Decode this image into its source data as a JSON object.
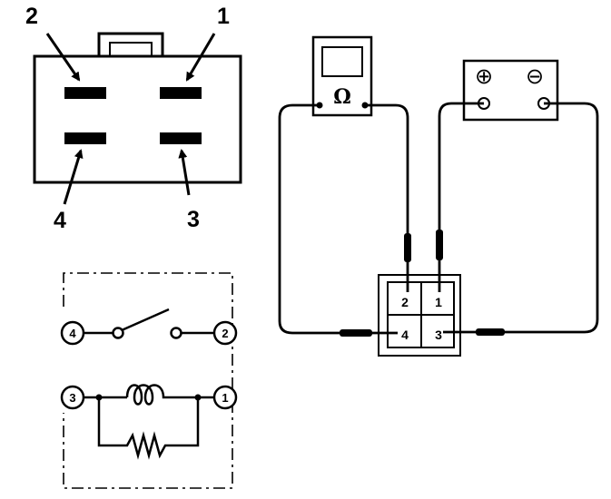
{
  "connector": {
    "pin_labels": {
      "top_left": "2",
      "top_right": "1",
      "bottom_left": "4",
      "bottom_right": "3"
    }
  },
  "schematic": {
    "terminals": {
      "top_left": "4",
      "top_right": "2",
      "bottom_left": "3",
      "bottom_right": "1"
    }
  },
  "ohmmeter": {
    "symbol": "Ω"
  },
  "battery": {
    "positive_symbol": "⊕",
    "negative_symbol": "⊖"
  },
  "test_connector": {
    "cells": {
      "top_left": "2",
      "top_right": "1",
      "bottom_left": "4",
      "bottom_right": "3"
    }
  },
  "colors": {
    "ink": "#000000",
    "background": "#ffffff"
  }
}
